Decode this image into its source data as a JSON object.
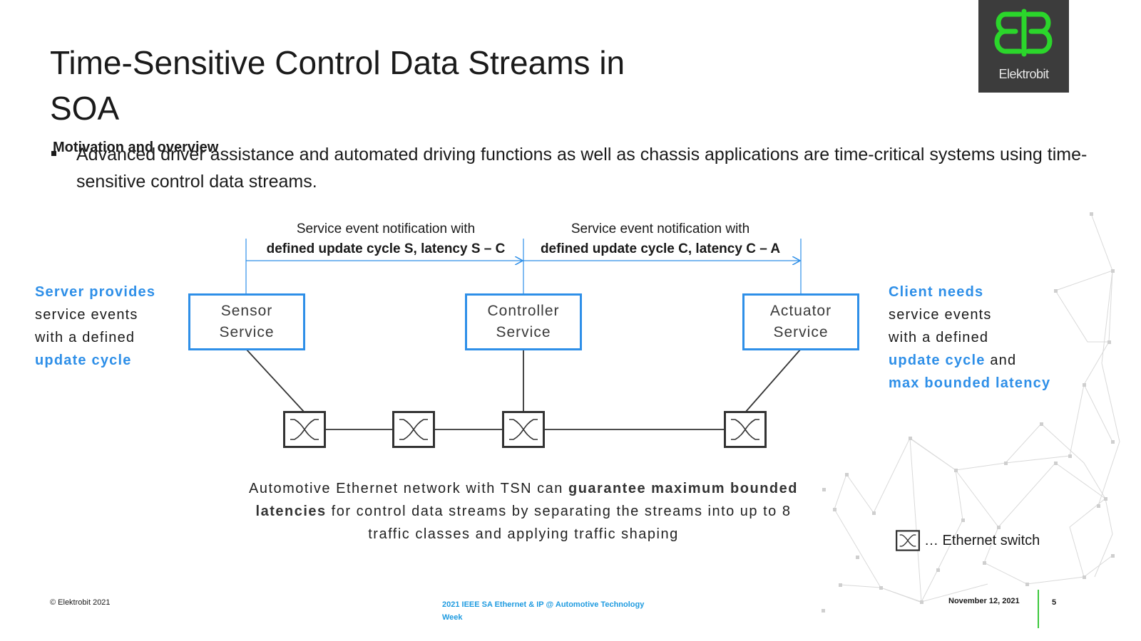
{
  "slide": {
    "title": "Time-Sensitive Control Data Streams in SOA",
    "subtitle": "Motivation and overview",
    "bullet": "Advanced driver assistance and automated driving functions as well as chassis applications are time-critical systems using time-sensitive control data streams."
  },
  "logo": {
    "text": "Elektrobit",
    "mark_color": "#2bd62b",
    "bg_color": "#3c3c3c"
  },
  "notifications": [
    {
      "line1": "Service event notification with",
      "line2": "defined update cycle S, latency S – C"
    },
    {
      "line1": "Service event notification with",
      "line2": "defined update cycle C, latency C – A"
    }
  ],
  "services": [
    {
      "line1": "Sensor",
      "line2": "Service"
    },
    {
      "line1": "Controller",
      "line2": "Service"
    },
    {
      "line1": "Actuator",
      "line2": "Service"
    }
  ],
  "server_text": {
    "l1": "Server provides",
    "l2": "service events",
    "l3": "with a defined",
    "l4": "update cycle"
  },
  "client_text": {
    "l1": "Client needs",
    "l2": "service events",
    "l3": "with a defined",
    "l4a": "update cycle",
    "l4b": " and",
    "l5": "max bounded latency"
  },
  "network_caption": {
    "a": "Automotive Ethernet network with TSN can ",
    "b": "guarantee maximum bounded latencies",
    "c": " for control data streams by separating the streams into up to 8 traffic classes and applying traffic shaping"
  },
  "legend": {
    "label": "… Ethernet switch"
  },
  "footer": {
    "copyright": "© Elektrobit 2021",
    "event": "2021 IEEE SA Ethernet & IP @ Automotive Technology Week",
    "date": "November 12, 2021",
    "page": "5"
  },
  "colors": {
    "accent_blue": "#2e8fe8",
    "footer_blue": "#1f9be0",
    "green": "#3cc83c"
  }
}
